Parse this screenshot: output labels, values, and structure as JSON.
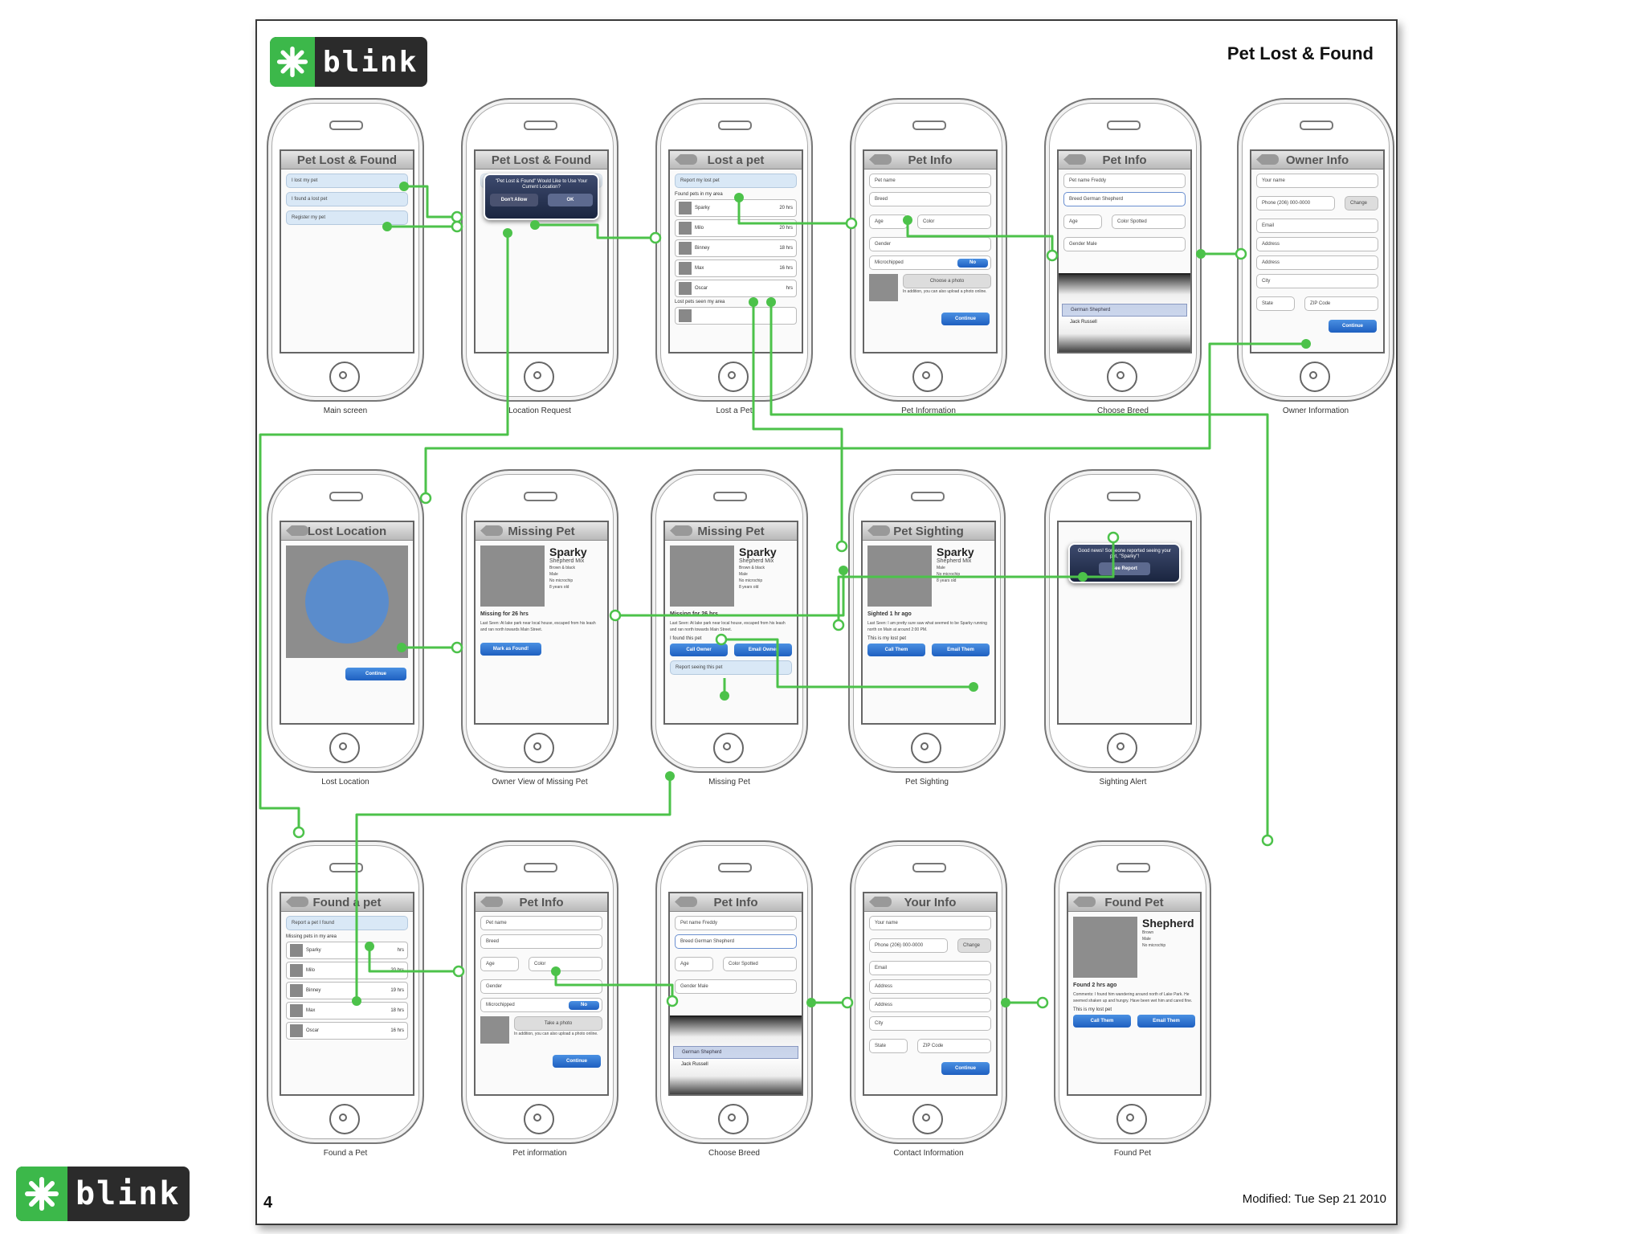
{
  "logo": {
    "word": "blink"
  },
  "header": {
    "title": "Pet Lost & Found"
  },
  "footer": {
    "page_number": "4",
    "modified": "Modified: Tue Sep 21 2010"
  },
  "screens": {
    "main": {
      "nav": "Pet Lost & Found",
      "items": [
        "I lost my pet",
        "I found a lost pet",
        "Register my pet"
      ],
      "caption": "Main screen"
    },
    "location": {
      "nav": "Pet Lost & Found",
      "alert": "\"Pet Lost & Found\" Would Like to Use Your Current Location?",
      "dont_allow": "Don't Allow",
      "ok": "OK",
      "caption": "Location Request"
    },
    "lost_pet": {
      "nav": "Lost a pet",
      "report": "Report my lost pet",
      "found_header": "Found pets in my area",
      "pets": [
        {
          "name": "Sparky",
          "meta": "20 hrs"
        },
        {
          "name": "Milo",
          "meta": "20 hrs"
        },
        {
          "name": "Binney",
          "meta": "18 hrs"
        },
        {
          "name": "Max",
          "meta": "16 hrs"
        },
        {
          "name": "Oscar",
          "meta": "hrs"
        }
      ],
      "lost_header": "Lost pets seen my area",
      "caption": "Lost a Pet"
    },
    "pet_info_1": {
      "nav": "Pet Info",
      "fields": [
        "Pet name",
        "Breed",
        "Age",
        "Color",
        "Gender",
        "Microchipped"
      ],
      "toggle": "No",
      "photo_btn": "Choose a photo",
      "photo_note": "In addition, you can also upload a photo online.",
      "continue": "Continue",
      "caption": "Pet Information"
    },
    "breed_1": {
      "nav": "Pet Info",
      "fields": [
        "Pet name Freddy",
        "Breed German Shepherd",
        "Age",
        "Color Spotted",
        "Gender Male"
      ],
      "picker_sel": "German Shepherd",
      "picker_item": "Jack Russell",
      "caption": "Choose Breed"
    },
    "owner": {
      "nav": "Owner Info",
      "fields": [
        "Your name",
        "Phone (206) 000-0000",
        "Email",
        "Address",
        "Address",
        "City",
        "State",
        "ZIP Code"
      ],
      "change": "Change",
      "continue": "Continue",
      "caption": "Owner Information"
    },
    "lost_location": {
      "nav": "Lost Location",
      "continue": "Continue",
      "caption": "Lost Location"
    },
    "owner_view": {
      "nav": "Missing Pet",
      "name": "Sparky",
      "breed": "Shepherd Mix",
      "details": [
        "Brown & black",
        "Male",
        "No microchip",
        "8 years old"
      ],
      "status": "Missing for 26 hrs",
      "desc": "Last Seen: At lake park near local house, escaped from his leash and ran north towards Main Street.",
      "button": "Mark as Found!",
      "caption": "Owner View of Missing Pet"
    },
    "missing": {
      "nav": "Missing Pet",
      "name": "Sparky",
      "breed": "Shepherd Mix",
      "details": [
        "Brown & black",
        "Male",
        "No microchip",
        "8 years old"
      ],
      "status": "Missing for 26 hrs",
      "desc": "Last Seen: At lake park near local house, escaped from his leash and ran north towards Main Street.",
      "found_label": "I found this pet",
      "call": "Call Owner",
      "email": "Email Owner",
      "report": "Report seeing this pet",
      "caption": "Missing Pet"
    },
    "sighting": {
      "nav": "Pet Sighting",
      "name": "Sparky",
      "breed": "Shepherd Mix",
      "details": [
        "Male",
        "No microchip",
        "8 years old"
      ],
      "status": "Sighted 1 hr ago",
      "desc": "Last Seen: I am pretty sure saw what seemed to be Sparky running north on Main at around 2:00 PM.",
      "mine": "This is my lost pet",
      "call": "Call Them",
      "email": "Email Them",
      "caption": "Pet Sighting"
    },
    "alert": {
      "msg": "Good news! Someone reported seeing your pet, \"Sparky\"!",
      "btn": "See Report",
      "caption": "Sighting Alert"
    },
    "found": {
      "nav": "Found a pet",
      "report": "Report a pet I found",
      "header": "Missing pets in my area",
      "pets": [
        {
          "name": "Sparky",
          "meta": "hrs"
        },
        {
          "name": "Milo",
          "meta": "20 hrs"
        },
        {
          "name": "Binney",
          "meta": "19 hrs"
        },
        {
          "name": "Max",
          "meta": "18 hrs"
        },
        {
          "name": "Oscar",
          "meta": "16 hrs"
        }
      ],
      "caption": "Found a Pet"
    },
    "pet_info_2": {
      "nav": "Pet Info",
      "fields": [
        "Pet name",
        "Breed",
        "Age",
        "Color",
        "Gender",
        "Microchipped"
      ],
      "toggle": "No",
      "photo_btn": "Take a photo",
      "photo_note": "In addition, you can also upload a photo online.",
      "continue": "Continue",
      "caption": "Pet information"
    },
    "breed_2": {
      "nav": "Pet Info",
      "fields": [
        "Pet name Freddy",
        "Breed German Shepherd",
        "Age",
        "Color Spotted",
        "Gender Male"
      ],
      "picker_sel": "German Shepherd",
      "picker_item": "Jack Russell",
      "caption": "Choose Breed"
    },
    "contact": {
      "nav": "Your Info",
      "fields": [
        "Your name",
        "Phone (206) 000-0000",
        "Email",
        "Address",
        "Address",
        "City",
        "State",
        "ZIP Code"
      ],
      "change": "Change",
      "continue": "Continue",
      "caption": "Contact Information"
    },
    "found_pet": {
      "nav": "Found Pet",
      "name": "Shepherd",
      "details": [
        "Brown",
        "Male",
        "No microchip"
      ],
      "status": "Found 2 hrs ago",
      "desc": "Comments: I found him wandering around north of Lake Park. He seemed shaken up and hungry. Have been wet him and cared fine.",
      "mine": "This is my lost pet",
      "call": "Call Them",
      "email": "Email Them",
      "caption": "Found Pet"
    }
  },
  "colors": {
    "wire": "#4cc24a",
    "accent": "#1e5fc0",
    "brand": "#3cb84a"
  }
}
